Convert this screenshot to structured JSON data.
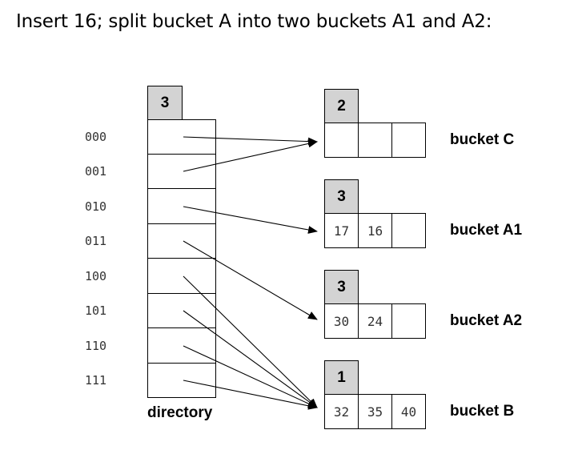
{
  "title": "Insert 16; split bucket A into two buckets A1 and A2:",
  "directory": {
    "global_depth": "3",
    "labels": [
      "000",
      "001",
      "010",
      "011",
      "100",
      "101",
      "110",
      "111"
    ],
    "caption": "directory"
  },
  "buckets": [
    {
      "id": "C",
      "name": "bucket C",
      "local_depth": "2",
      "values": [
        "",
        "",
        ""
      ]
    },
    {
      "id": "A1",
      "name": "bucket A1",
      "local_depth": "3",
      "values": [
        "17",
        "16",
        ""
      ]
    },
    {
      "id": "A2",
      "name": "bucket A2",
      "local_depth": "3",
      "values": [
        "30",
        "24",
        ""
      ]
    },
    {
      "id": "B",
      "name": "bucket B",
      "local_depth": "1",
      "values": [
        "32",
        "35",
        "40"
      ]
    }
  ],
  "pointers": [
    "C",
    "C",
    "A1",
    "A2",
    "B",
    "B",
    "B",
    "B"
  ],
  "colors": {
    "depth_box": "#d3d3d3",
    "line": "#000000"
  }
}
